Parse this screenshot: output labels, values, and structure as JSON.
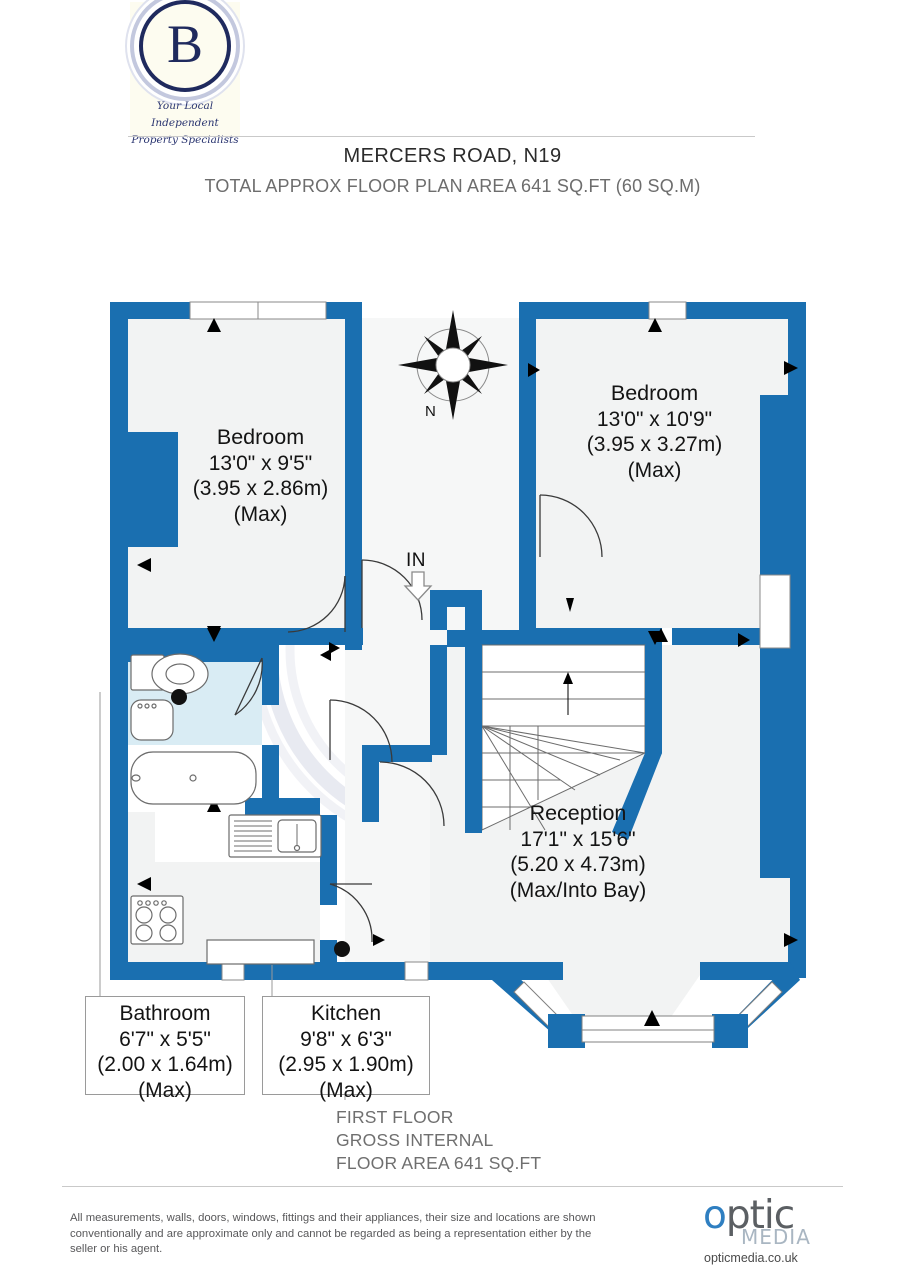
{
  "header": {
    "logo_letter": "B",
    "logo_tagline_line1": "Your Local Independent",
    "logo_tagline_line2": "Property Specialists",
    "address": "MERCERS ROAD, N19",
    "area_line": "TOTAL APPROX FLOOR PLAN AREA 641 SQ.FT (60 SQ.M)"
  },
  "plan": {
    "compass_label": "N",
    "entrance_label": "IN",
    "wall_color": "#1a6fb0",
    "bathroom_fill": "#d9ecf4",
    "room_fill": "#f2f3f3",
    "rooms": [
      {
        "key": "bedroom_left",
        "name": "Bedroom",
        "imperial": "13'0\" x 9'5\"",
        "metric": "(3.95 x 2.86m)",
        "note": "(Max)"
      },
      {
        "key": "bedroom_right",
        "name": "Bedroom",
        "imperial": "13'0\" x 10'9\"",
        "metric": "(3.95 x 3.27m)",
        "note": "(Max)"
      },
      {
        "key": "reception",
        "name": "Reception",
        "imperial": "17'1\" x 15'6\"",
        "metric": "(5.20 x 4.73m)",
        "note": "(Max/Into Bay)"
      },
      {
        "key": "bathroom",
        "name": "Bathroom",
        "imperial": "6'7\" x 5'5\"",
        "metric": "(2.00 x 1.64m)",
        "note": "(Max)"
      },
      {
        "key": "kitchen",
        "name": "Kitchen",
        "imperial": "9'8\" x 6'3\"",
        "metric": "(2.95 x 1.90m)",
        "note": "(Max)"
      }
    ]
  },
  "floor_caption": {
    "line1": "FIRST FLOOR",
    "line2": "GROSS INTERNAL",
    "line3": "FLOOR AREA 641 SQ.FT"
  },
  "footer": {
    "disclaimer": "All measurements, walls, doors, windows, fittings and their appliances, their size and locations are shown conventionally and are approximate only and cannot be regarded as being a representation either by the seller or his agent.",
    "brand_o": "o",
    "brand_rest": "ptic",
    "brand_sub": "MEDIA",
    "brand_url": "opticmedia.co.uk"
  }
}
